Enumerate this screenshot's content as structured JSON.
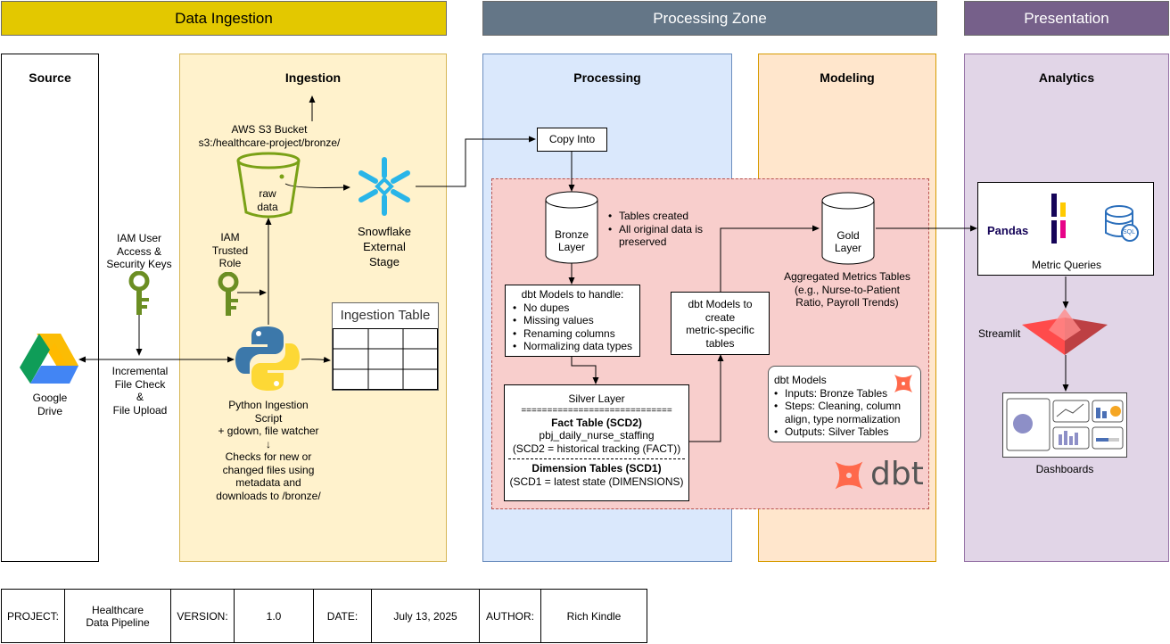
{
  "banners": {
    "ingestion": "Data Ingestion",
    "processing": "Processing Zone",
    "presentation": "Presentation"
  },
  "zones": {
    "source": "Source",
    "ingestion": "Ingestion",
    "processing": "Processing",
    "modeling": "Modeling",
    "analytics": "Analytics"
  },
  "source": {
    "drive_label": [
      "Google",
      "Drive"
    ],
    "iam_label": [
      "IAM User",
      "Access &",
      "Security Keys"
    ],
    "incremental": [
      "Incremental",
      "File Check",
      "&",
      "File Upload"
    ]
  },
  "ingestion": {
    "s3_label": [
      "AWS S3 Bucket",
      "s3:/healthcare-project/bronze/"
    ],
    "bucket_text": [
      "raw",
      "data"
    ],
    "iam_role": [
      "IAM",
      "Trusted",
      "Role"
    ],
    "snowflake_label": [
      "Snowflake",
      "External",
      "Stage"
    ],
    "table_title": "Ingestion Table",
    "python_label": [
      "Python Ingestion",
      "Script",
      "+ gdown, file watcher",
      "↓",
      "Checks for new or",
      "changed files using",
      "metadata and",
      "downloads to /bronze/"
    ]
  },
  "processing": {
    "copy_into": "Copy Into",
    "bronze": [
      "Bronze",
      "Layer"
    ],
    "bronze_notes": [
      "Tables created",
      "All original data is preserved"
    ],
    "dbt_handle_title": "dbt Models to handle:",
    "dbt_handle_items": [
      "No dupes",
      "Missing values",
      "Renaming columns",
      "Normalizing data types"
    ],
    "silver_title": "Silver Layer",
    "silver_rule": "=============================",
    "fact_title": "Fact Table (SCD2)",
    "fact_name": "pbj_daily_nurse_staffing",
    "fact_note": "(SCD2 = historical tracking (FACT))",
    "dim_title": "Dimension Tables (SCD1)",
    "dim_note": "(SCD1 = latest state (DIMENSIONS)"
  },
  "modeling": {
    "dbt_metric": [
      "dbt Models to",
      "create",
      "metric-specific",
      "tables"
    ],
    "gold": [
      "Gold",
      "Layer"
    ],
    "gold_label": [
      "Aggregated Metrics Tables",
      "(e.g., Nurse-to-Patient",
      "Ratio, Payroll Trends)"
    ],
    "dbt_models_title": "dbt Models",
    "dbt_models_items": [
      "Inputs: Bronze Tables",
      "Steps: Cleaning, column align, type normalization",
      "Outputs: Silver Tables"
    ],
    "dbt_logo_text": "dbt"
  },
  "analytics": {
    "pandas": "Pandas",
    "sql": "SQL",
    "metric_queries": "Metric Queries",
    "streamlit": "Streamlit",
    "dashboards": "Dashboards"
  },
  "footer": {
    "project_label": "PROJECT:",
    "project_value": [
      "Healthcare",
      "Data Pipeline"
    ],
    "version_label": "VERSION:",
    "version_value": "1.0",
    "date_label": "DATE:",
    "date_value": "July 13, 2025",
    "author_label": "AUTHOR:",
    "author_value": "Rich Kindle"
  },
  "colors": {
    "ingestion_banner": "#e3c800",
    "processing_banner": "#647687",
    "presentation_banner": "#76608a",
    "ingestion_zone": "#fff2cc",
    "processing_zone": "#dae8fc",
    "modeling_zone": "#ffe6cc",
    "analytics_zone": "#e1d5e7",
    "dbt_area": "#f8cecc",
    "dbt_orange": "#ff694b"
  }
}
